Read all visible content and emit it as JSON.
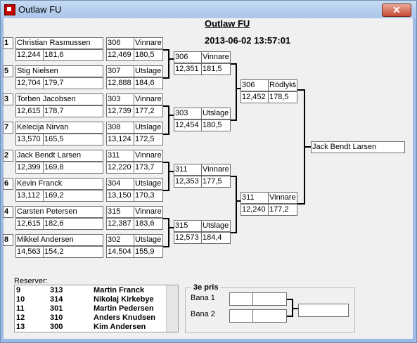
{
  "window": {
    "title": "Outlaw FU",
    "close_glyph": "✕",
    "app_icon": "app-icon"
  },
  "header": {
    "title": "Outlaw FU",
    "datetime": "2013-06-02 13:57:01"
  },
  "round1": [
    {
      "seed": "1",
      "name": "Christian Rasmussen",
      "a": "12,244",
      "b": "181,6",
      "num": "306",
      "status": "Vinnare",
      "c": "12,469",
      "d": "180,5"
    },
    {
      "seed": "5",
      "name": "Stig Nielsen",
      "a": "12,704",
      "b": "179,7",
      "num": "307",
      "status": "Utslagen",
      "c": "12,888",
      "d": "184,6"
    },
    {
      "seed": "3",
      "name": "Torben Jacobsen",
      "a": "12,615",
      "b": "178,7",
      "num": "303",
      "status": "Vinnare",
      "c": "12,739",
      "d": "177,2"
    },
    {
      "seed": "7",
      "name": "Kelecija Nirvan",
      "a": "13,570",
      "b": "165,5",
      "num": "308",
      "status": "Utslagen",
      "c": "13,124",
      "d": "172,5"
    },
    {
      "seed": "2",
      "name": "Jack Bendt Larsen",
      "a": "12,399",
      "b": "169,8",
      "num": "311",
      "status": "Vinnare",
      "c": "12,220",
      "d": "173,7"
    },
    {
      "seed": "6",
      "name": "Kevin Franck",
      "a": "13,112",
      "b": "169,2",
      "num": "304",
      "status": "Utslagen",
      "c": "13,150",
      "d": "170,3"
    },
    {
      "seed": "4",
      "name": "Carsten Petersen",
      "a": "12,615",
      "b": "182,6",
      "num": "315",
      "status": "Vinnare",
      "c": "12,387",
      "d": "183,6"
    },
    {
      "seed": "8",
      "name": "Mikkel Andersen",
      "a": "14,563",
      "b": "154,2",
      "num": "302",
      "status": "Utslagen",
      "c": "14,504",
      "d": "155,9"
    }
  ],
  "round2": [
    {
      "num": "306",
      "status": "Vinnare",
      "c": "12,351",
      "d": "181,5"
    },
    {
      "num": "303",
      "status": "Utslagen",
      "c": "12,454",
      "d": "180,5"
    },
    {
      "num": "311",
      "status": "Vinnare",
      "c": "12,353",
      "d": "177,5"
    },
    {
      "num": "315",
      "status": "Utslagen",
      "c": "12,573",
      "d": "184,4"
    }
  ],
  "round3": [
    {
      "num": "306",
      "status": "Rödlykta",
      "c": "12,452",
      "d": "178,5"
    },
    {
      "num": "311",
      "status": "Vinnare",
      "c": "12,240",
      "d": "177,2"
    }
  ],
  "winner": "Jack Bendt Larsen",
  "reserves": {
    "label": "Reserver:",
    "rows": [
      {
        "pos": "9",
        "num": "313",
        "name": "Martin Franck"
      },
      {
        "pos": "10",
        "num": "314",
        "name": "Nikolaj Kirkebye"
      },
      {
        "pos": "11",
        "num": "301",
        "name": "Martin Pedersen"
      },
      {
        "pos": "12",
        "num": "310",
        "name": "Anders Knudsen"
      },
      {
        "pos": "13",
        "num": "300",
        "name": "Kim Andersen"
      }
    ]
  },
  "third_prize": {
    "label": "3e pris",
    "lane1": "Bana 1",
    "lane2": "Bana 2"
  }
}
